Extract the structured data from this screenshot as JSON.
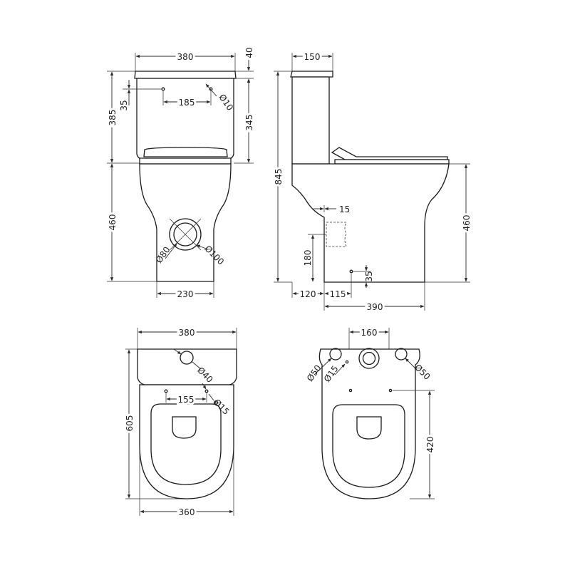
{
  "front_view": {
    "overall_width": "380",
    "lid_height": "40",
    "cistern_height_left": "385",
    "cistern_height_right": "345",
    "inlet_offset": "35",
    "hole_spacing": "185",
    "hole_diameter": "Ø10",
    "pan_height_left": "460",
    "outlet_inner": "Ø80",
    "outlet_outer": "Ø100",
    "base_width": "230"
  },
  "side_view": {
    "cistern_depth": "150",
    "total_height": "845",
    "pan_height": "460",
    "inlet_gap": "15",
    "outlet_height": "180",
    "hole_height": "35",
    "wall_gap": "120",
    "hole_offset": "115",
    "total_depth": "390"
  },
  "plan_view": {
    "top_width": "380",
    "tank_hole": "Ø40",
    "fixing_spacing": "155",
    "fixing_hole": "Ø15",
    "total_length": "605",
    "base_width": "360"
  },
  "underside_view": {
    "hole_spacing": "160",
    "left_hole": "Ø50",
    "small_hole": "Ø15",
    "right_hole": "Ø50",
    "depth": "420"
  }
}
